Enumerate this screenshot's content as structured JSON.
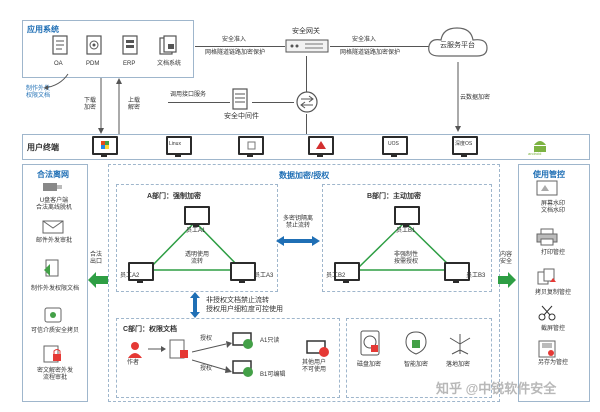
{
  "app_system": {
    "title": "应用系统",
    "items": [
      "OA",
      "PDM",
      "ERP",
      "文档系统"
    ]
  },
  "security_gateway": {
    "label": "安全网关"
  },
  "cloud": {
    "label": "云服务平台",
    "data_encrypt": "云数据加密"
  },
  "top_links": {
    "access1": "安全准入",
    "tunnel1": "网格隧道链路加密保护",
    "access2": "安全准入",
    "tunnel2": "网格隧道链路加密保护"
  },
  "middleware": {
    "call_service": "调用接口服务",
    "label": "安全中间件"
  },
  "left_notes": {
    "outgoing": "制作外发\n权限文档",
    "download": "下载\n加密",
    "upload": "上载\n解密"
  },
  "user_terminal": {
    "title": "用户终端",
    "os": [
      "",
      "Linux",
      "",
      "",
      "UOS",
      "深度OS",
      "android"
    ]
  },
  "egress": {
    "title": "合法离网",
    "items": [
      "U盘客户端\n合法离线脱机",
      "邮件外发审批",
      "制作外发权限文档",
      "可信介质安全拷贝",
      "密文解密外发\n流程审批"
    ],
    "exit_label": "合法\n出口"
  },
  "center": {
    "title": "数据加密/授权",
    "dept_a": {
      "title": "A部门：强制加密",
      "emp1": "员工A1",
      "emp2": "员工A2",
      "emp3": "员工A3",
      "flow": "透明使用\n流转"
    },
    "dept_b": {
      "title": "B部门：主动加密",
      "emp1": "员工B1",
      "emp2": "员工B2",
      "emp3": "员工B3",
      "flow": "非强制性\n按需授权"
    },
    "isolation": "多密钥隔离\n禁止流转",
    "auth_note": "非授权文档禁止流转\n授权用户细粒度可控使用",
    "dept_c": {
      "title": "C部门：权限文档",
      "author": "作者",
      "grant1": "授权",
      "grant2": "授权",
      "a1": "A1只读",
      "b1": "B1可编辑",
      "others": "其他用户\n不可使用"
    },
    "protect": [
      "磁盘加密",
      "智能加密",
      "落地加密"
    ]
  },
  "control": {
    "title": "使用管控",
    "content_security": "内容\n安全",
    "items": [
      "屏幕水印\n文档水印",
      "打印管控",
      "拷贝复制管控",
      "截屏管控",
      "另存为管控"
    ]
  },
  "watermark": "知乎 @中锐软件安全"
}
